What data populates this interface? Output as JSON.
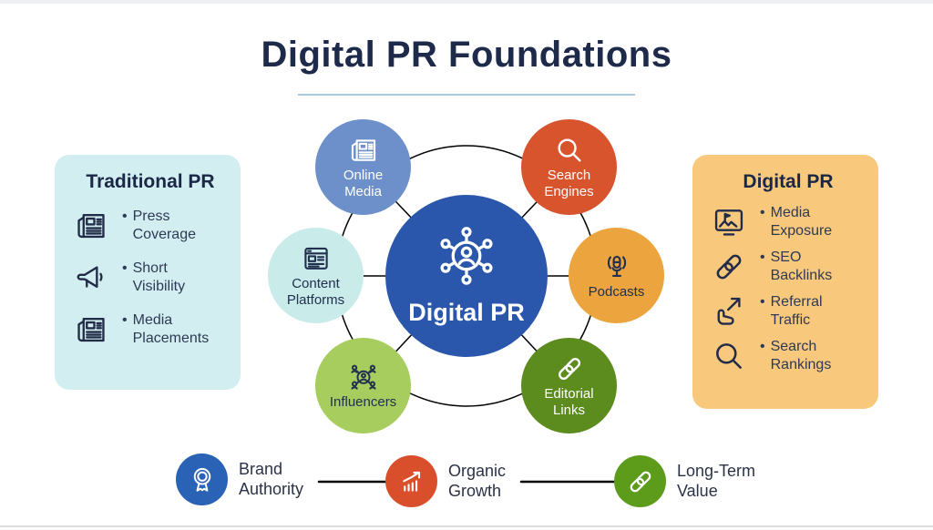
{
  "page": {
    "title": "Digital PR Foundations"
  },
  "ui": {
    "bullet": "•"
  },
  "left_panel": {
    "title": "Traditional PR",
    "items": [
      {
        "icon": "newspaper-icon",
        "label": "Press Coverage"
      },
      {
        "icon": "megaphone-icon",
        "label": "Short Visibility"
      },
      {
        "icon": "newspaper-icon",
        "label": "Media Placements"
      }
    ]
  },
  "right_panel": {
    "title": "Digital PR",
    "items": [
      {
        "icon": "media-screen-icon",
        "label": "Media Exposure"
      },
      {
        "icon": "link-icon",
        "label": "SEO Backlinks"
      },
      {
        "icon": "referral-click-icon",
        "label": "Referral Traffic"
      },
      {
        "icon": "search-icon",
        "label": "Search Rankings"
      }
    ]
  },
  "diagram": {
    "center": {
      "label": "Digital PR",
      "icon": "network-icon",
      "color": "#2a56ac",
      "text_color": "#ffffff"
    },
    "nodes": [
      {
        "label": "Online Media",
        "icon": "newspaper-icon",
        "color": "#6d90ca",
        "text_color": "#ffffff"
      },
      {
        "label": "Search Engines",
        "icon": "search-icon",
        "color": "#d8542d",
        "text_color": "#ffffff"
      },
      {
        "label": "Podcasts",
        "icon": "podcast-icon",
        "color": "#eba43e",
        "text_color": "#22304f"
      },
      {
        "label": "Editorial Links",
        "icon": "link-icon",
        "color": "#5c8b1e",
        "text_color": "#ffffff"
      },
      {
        "label": "Influencers",
        "icon": "influencers-icon",
        "color": "#a8cd5f",
        "text_color": "#22304f"
      },
      {
        "label": "Content Platforms",
        "icon": "browser-icon",
        "color": "#c9ebe9",
        "text_color": "#22304f"
      }
    ]
  },
  "legend": {
    "items": [
      {
        "icon": "medal-icon",
        "label": "Brand Authority",
        "color": "#2a62b5"
      },
      {
        "icon": "growth-icon",
        "label": "Organic Growth",
        "color": "#d94f2b"
      },
      {
        "icon": "link-icon",
        "label": "Long-Term Value",
        "color": "#5d9b1b"
      }
    ]
  },
  "colors": {
    "title": "#1e2a4a",
    "underline": "#a9c6e2",
    "left_panel_bg": "#d3eef1",
    "right_panel_bg": "#f8c87c",
    "ring": "#a5c1de",
    "connector": "#b9cfe8"
  }
}
